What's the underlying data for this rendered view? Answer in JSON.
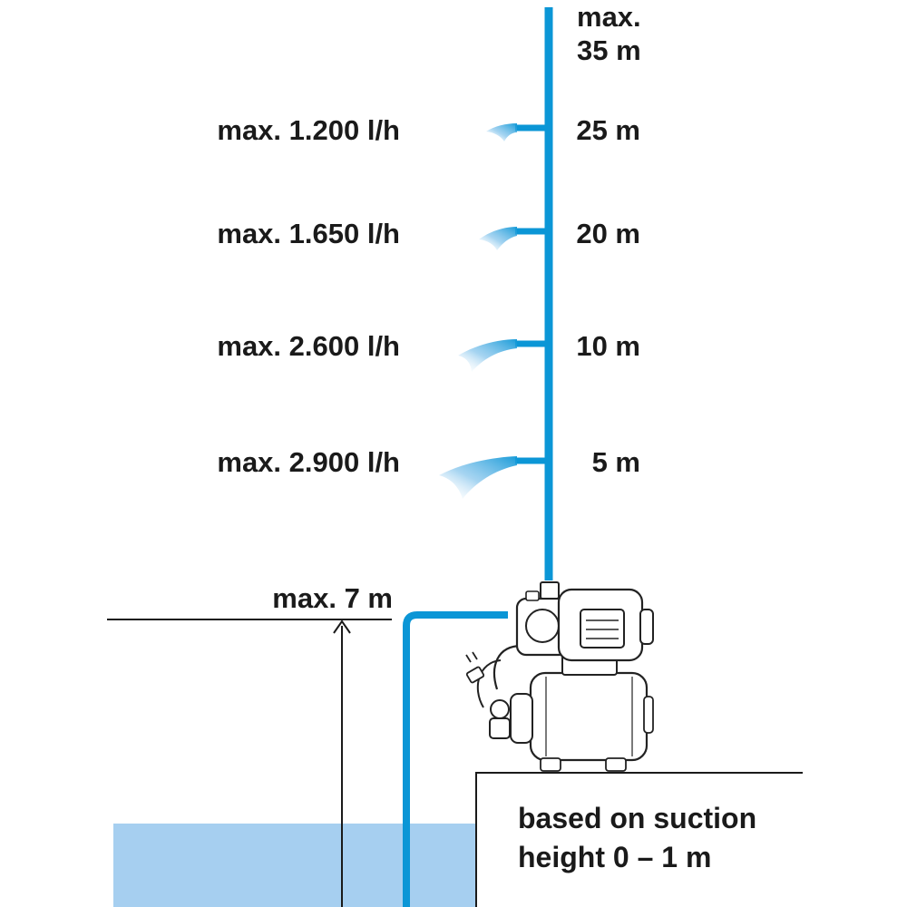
{
  "colors": {
    "pipe": "#0b96d6",
    "water": "#a6cff0",
    "line": "#1a1a1a",
    "pump_body": "#ffffff",
    "pump_stroke": "#222222"
  },
  "head": {
    "max_line1": "max.",
    "max_line2": "35 m"
  },
  "levels": [
    {
      "flow": "max. 1.200 l/h",
      "height": "25 m"
    },
    {
      "flow": "max. 1.650 l/h",
      "height": "20 m"
    },
    {
      "flow": "max. 2.600 l/h",
      "height": "10 m"
    },
    {
      "flow": "max. 2.900 l/h",
      "height": "5 m"
    }
  ],
  "suction": {
    "max_label": "max. 7 m"
  },
  "note": {
    "line1": "based on suction",
    "line2": "height 0 – 1 m"
  },
  "icons": [
    "spray-icon",
    "pump-icon",
    "arrow-up-icon",
    "plug-icon"
  ]
}
